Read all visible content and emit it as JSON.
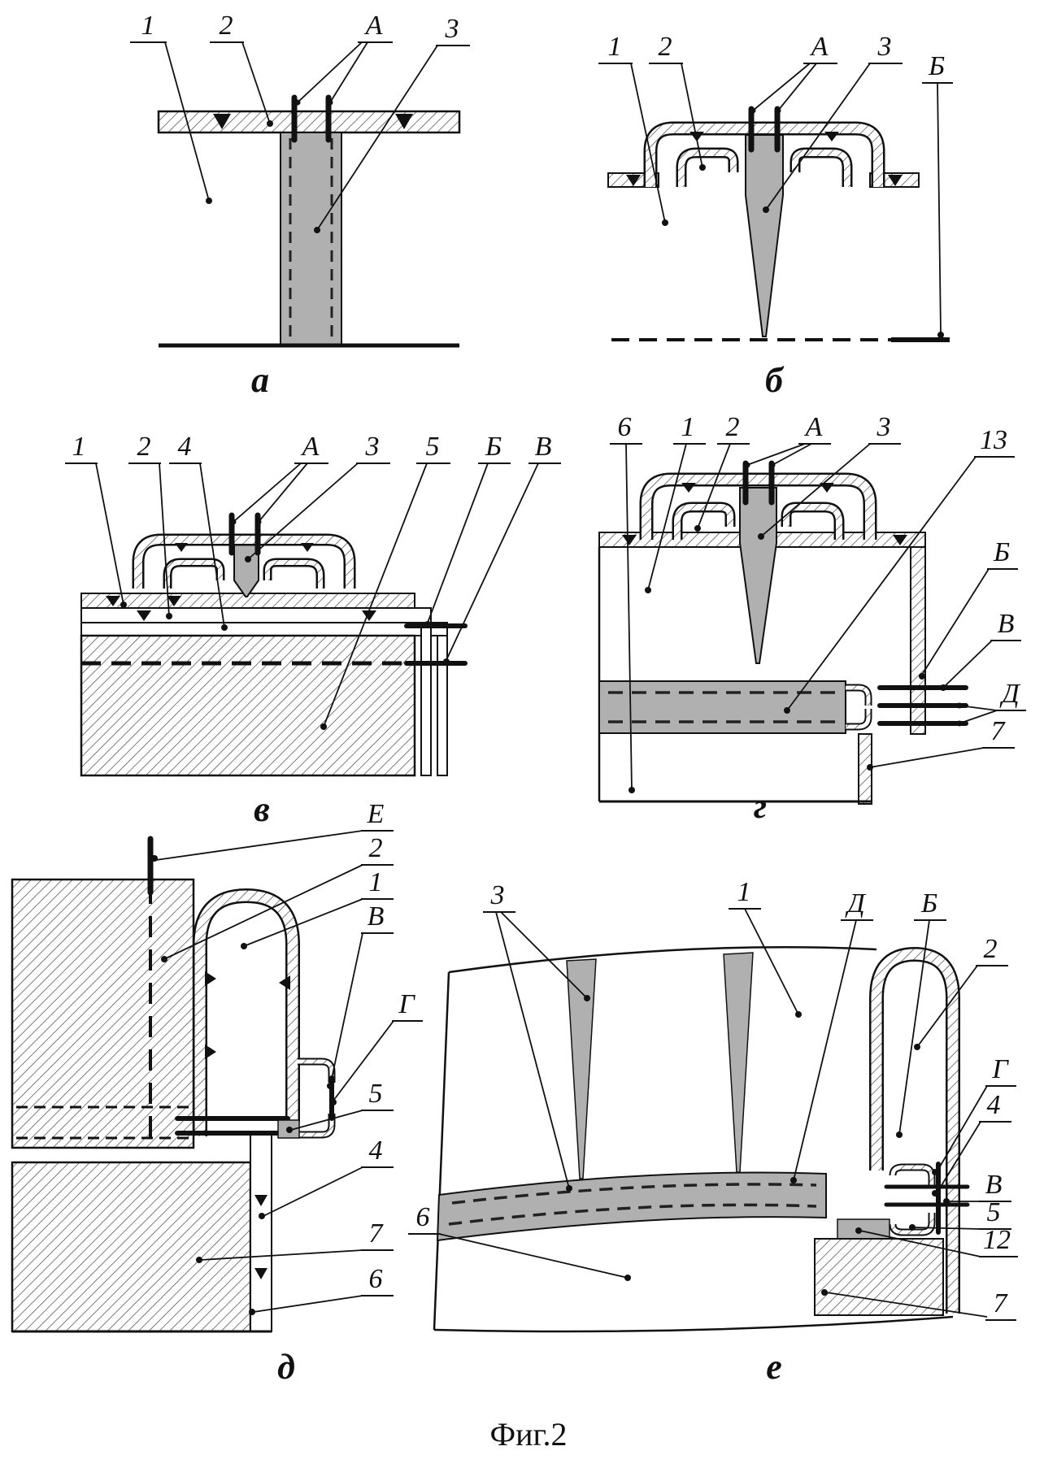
{
  "figure": {
    "title": "Фиг.2",
    "colors": {
      "line": "#111111",
      "sealant_gray": "#b0b0b0",
      "hatch": "#444444",
      "background": "#ffffff"
    },
    "panels": [
      {
        "id": "a",
        "caption": "а",
        "callouts": [
          "1",
          "2",
          "А",
          "3"
        ]
      },
      {
        "id": "b",
        "caption": "б",
        "callouts": [
          "1",
          "2",
          "А",
          "3",
          "Б"
        ]
      },
      {
        "id": "v",
        "caption": "в",
        "callouts": [
          "1",
          "2",
          "4",
          "А",
          "3",
          "5",
          "Б",
          "В"
        ]
      },
      {
        "id": "g",
        "caption": "г",
        "callouts": [
          "6",
          "1",
          "2",
          "А",
          "3",
          "13",
          "Б",
          "В",
          "Д",
          "7"
        ]
      },
      {
        "id": "d",
        "caption": "д",
        "callouts": [
          "Е",
          "2",
          "1",
          "В",
          "Г",
          "5",
          "4",
          "7",
          "6"
        ]
      },
      {
        "id": "e",
        "caption": "е",
        "callouts": [
          "3",
          "1",
          "Д",
          "Б",
          "2",
          "Г",
          "4",
          "В",
          "5",
          "12",
          "7",
          "6"
        ]
      }
    ]
  }
}
